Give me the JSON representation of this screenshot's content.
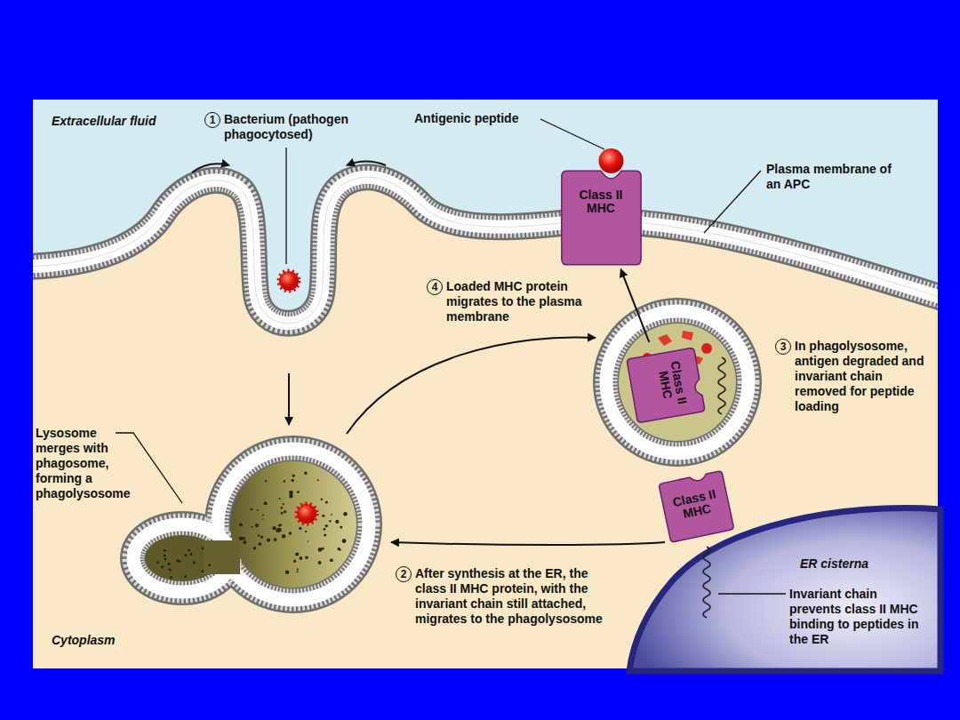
{
  "diagram": {
    "nodes": [
      {
        "text": [
          "Class II MHC"
        ]
      },
      {
        "text": [
          "Class II MHC"
        ]
      },
      {
        "text": [
          "ER cisterna"
        ]
      },
      {
        "text": [
          "Class II MHC"
        ]
      }
    ],
    "edges": [
      {
        "from": 1,
        "to": 0,
        "arrow": "to"
      }
    ],
    "labels": [
      "Extracellular fluid",
      "1",
      "Bacterium (pathogen phagocytosed)",
      "Antigenic peptide",
      "Plasma membrane of an APC",
      "4",
      "Loaded MHC protein migrates to the plasma membrane",
      "3",
      "In phagolysosome, antigen degraded and invariant chain removed for peptide loading",
      "Lysosome merges with phagosome, forming a phagolysosome",
      "2",
      "After synthesis at the ER, the class II MHC protein, with the invariant chain still attached, migrates to the phagolysosome",
      "Invariant chain prevents class II MHC binding to peptides in the ER",
      "Cytoplasm"
    ]
  }
}
